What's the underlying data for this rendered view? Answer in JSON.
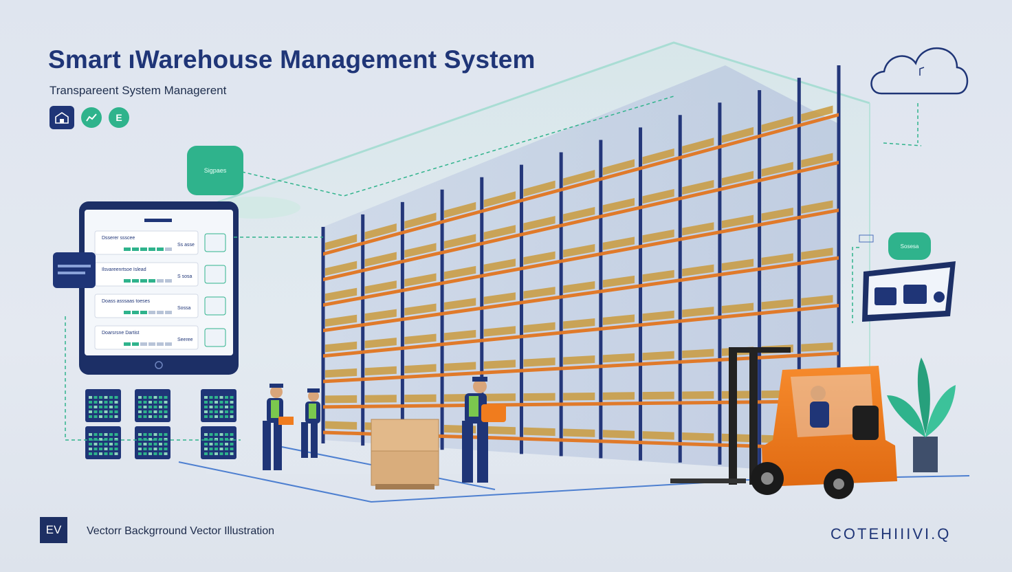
{
  "header": {
    "title": "Smart ıWarehouse Management System",
    "subtitle": "Transpareent System Managerent",
    "icon_c_glyph": "E"
  },
  "dashboard": {
    "rows": [
      {
        "label": "Dsserer ssscee",
        "value": "Ss asse"
      },
      {
        "label": "Ilsvareenrtsoe Islead",
        "value": "S sosa"
      },
      {
        "label": "Doass asssaas toeses",
        "value": "Sossa"
      },
      {
        "label": "Doarsrsne Dartist",
        "value": "Seeree"
      }
    ]
  },
  "bubbles": {
    "left_text": "Sigpaes",
    "right_text": "Sosesa"
  },
  "footer": {
    "badge": "EV",
    "caption": "Vectorr Backgrround Vector Illustration",
    "brand": "COTEHIIIVI.Q"
  },
  "colors": {
    "navy": "#1f3577",
    "teal": "#2fb38c",
    "orange": "#f07c1e",
    "background": "#e1e6ef"
  },
  "icons": [
    "warehouse-icon",
    "chat-bubble-icon",
    "cloud-icon",
    "forklift-icon",
    "tablet-icon",
    "plant-icon"
  ]
}
